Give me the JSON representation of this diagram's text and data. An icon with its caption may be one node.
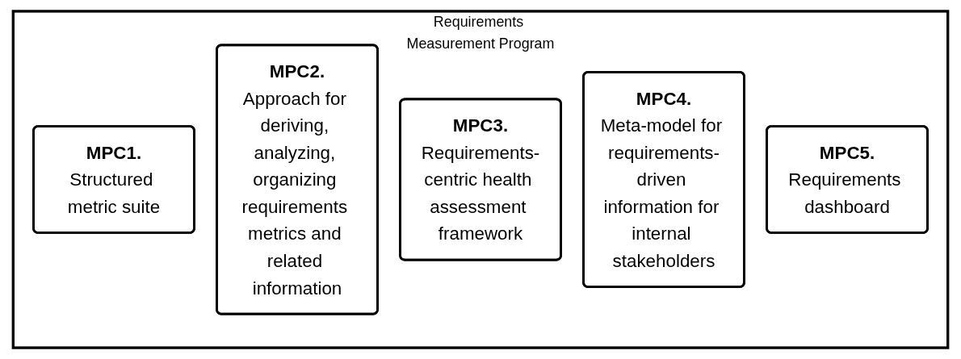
{
  "diagram": {
    "nodes": [
      {
        "text": [
          "Requirements Measurement Program"
        ]
      },
      {
        "text": [
          "MPC1.",
          "Structured metric suite"
        ],
        "in": 0
      },
      {
        "text": [
          "MPC2.",
          "Approach for deriving, analyzing, organizing requirements metrics and related information"
        ],
        "in": 0
      },
      {
        "text": [
          "MPC3.",
          "Requirements-centric health assessment framework"
        ],
        "in": 0
      },
      {
        "text": [
          "MPC4.",
          "Meta-model for requirements-driven information for internal stakeholders"
        ],
        "in": 0
      },
      {
        "text": [
          "MPC5.",
          "Requirements dashboard"
        ],
        "in": 0
      }
    ]
  }
}
